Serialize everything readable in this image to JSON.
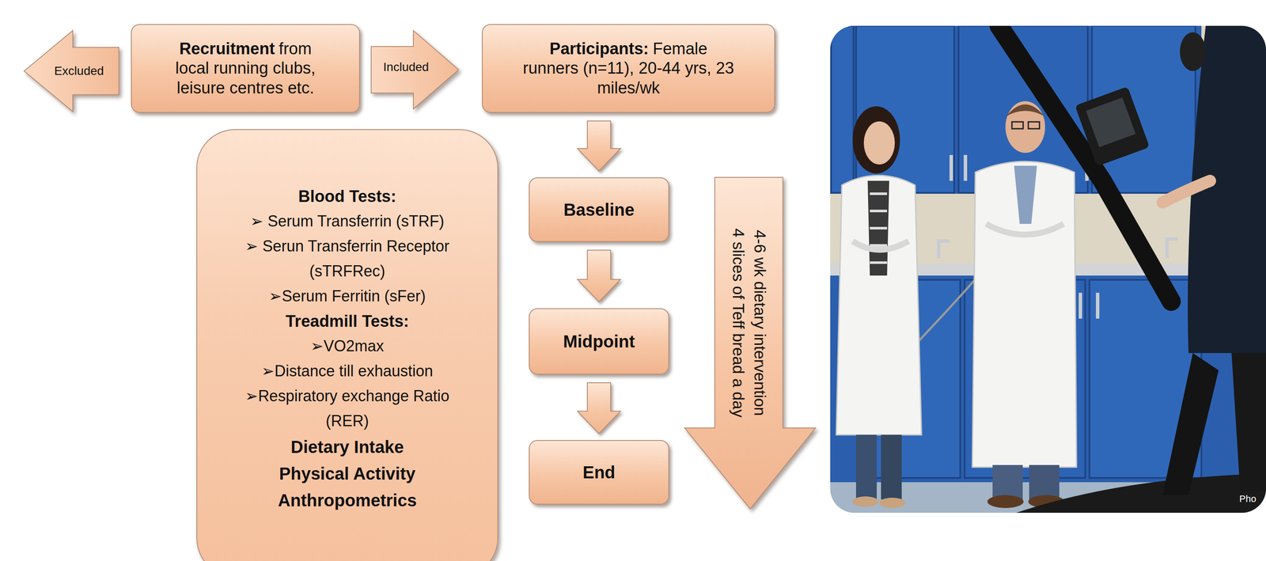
{
  "diagram": {
    "nodes": [
      {
        "text": [
          "Excluded"
        ]
      },
      {
        "text": [
          "Recruitment",
          "from local running clubs, leisure centres etc."
        ]
      },
      {
        "text": [
          "Included"
        ]
      },
      {
        "text": [
          "Participants:",
          "Female runners (n=11), 20-44 yrs, 23 miles/wk"
        ]
      },
      {
        "text": [
          "Blood Tests:",
          "➢ Serum Transferrin (sTRF)",
          "➢ Serun Transferrin Receptor (sTRFRec)",
          "➢Serum Ferritin (sFer)",
          "Treadmill Tests:",
          "➢VO2max",
          "➢Distance till exhaustion",
          "➢Respiratory exchange Ratio (RER)",
          "Dietary Intake",
          "Physical Activity",
          "Anthropometrics"
        ]
      },
      {
        "text": [
          "Baseline"
        ]
      },
      {
        "text": [
          "Midpoint"
        ]
      },
      {
        "text": [
          "End"
        ]
      },
      {
        "text": [
          "4-6 wk dietary intervention",
          "4 slices of Teff bread a day"
        ]
      }
    ],
    "edges": [
      {
        "from": 3,
        "to": 5,
        "arrow": "to"
      },
      {
        "from": 5,
        "to": 6,
        "arrow": "to"
      },
      {
        "from": 6,
        "to": 7,
        "arrow": "to"
      }
    ],
    "labels": [
      "Pho"
    ]
  }
}
